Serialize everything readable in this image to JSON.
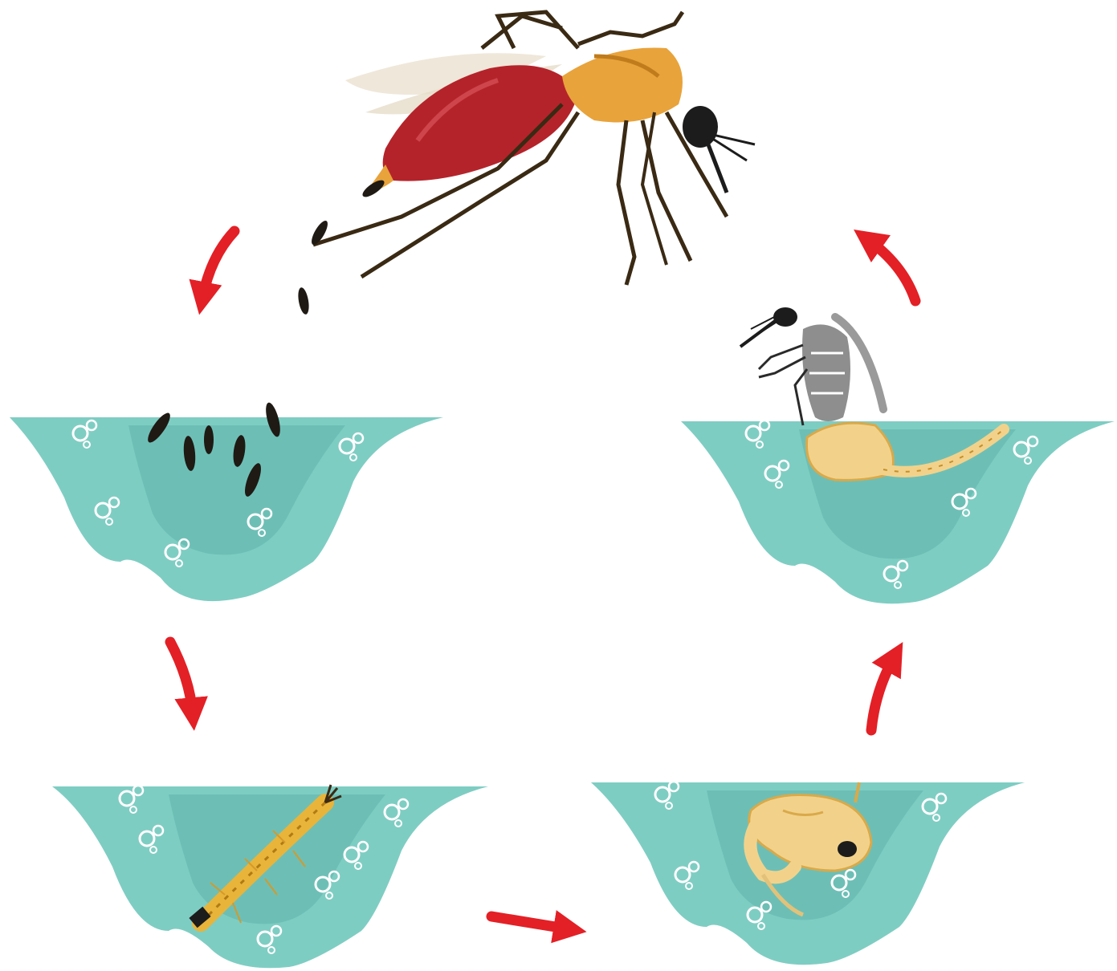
{
  "diagram": {
    "kind": "mosquito-life-cycle",
    "stages": [
      {
        "id": "adult",
        "icon": "adult-mosquito-icon"
      },
      {
        "id": "eggs",
        "icon": "eggs-icon"
      },
      {
        "id": "larva",
        "icon": "larva-icon"
      },
      {
        "id": "pupa",
        "icon": "pupa-icon"
      },
      {
        "id": "emerging-adult",
        "icon": "emerging-adult-icon"
      }
    ],
    "cycle_order": [
      "adult",
      "eggs",
      "larva",
      "pupa",
      "emerging-adult",
      "adult"
    ],
    "colors": {
      "water": "#7ecdc3",
      "water_shadow": "#5fb5ab",
      "water_top": "#63b9ae",
      "arrow": "#e32026",
      "bubble": "#ffffff",
      "blood_abdomen": "#b5232a",
      "mosquito_body": "#e8a33b",
      "egg": "#1f1a14",
      "larva": "#e8b43a",
      "pupa": "#f2d28a",
      "emerging_adult": "#8e8e8e"
    }
  }
}
